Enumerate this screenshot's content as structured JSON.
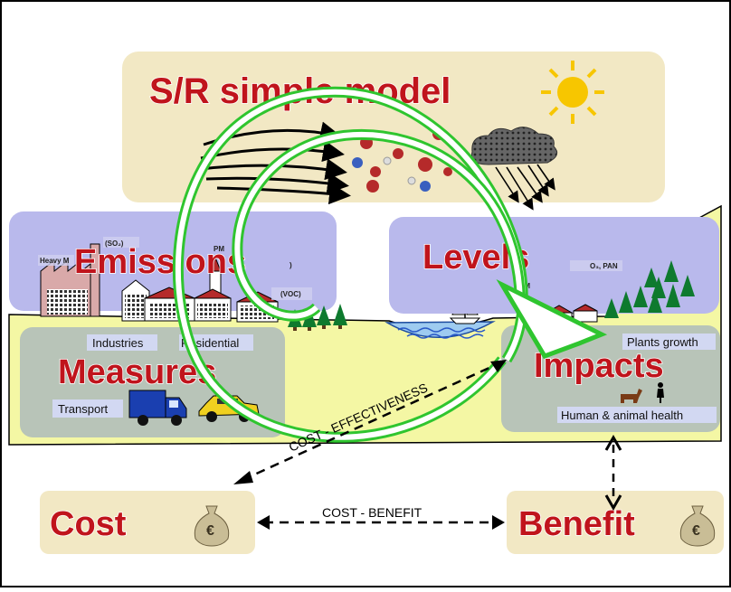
{
  "boxes": {
    "model": "S/R simple model",
    "emissions": "Emissions",
    "levels": "Levels",
    "measures": "Measures",
    "impacts": "Impacts",
    "cost": "Cost",
    "benefit": "Benefit"
  },
  "emission_labels": {
    "so2": "(SO₂)",
    "heavy_metals": "Heavy M",
    "pm": "PM",
    "paren": ")",
    "voc": "(VOC)"
  },
  "level_labels": {
    "o3_pan": "O₃, PAN",
    "pm": "PM"
  },
  "measure_items": {
    "industries": "Industries",
    "residential": "Residential",
    "transport": "Transport"
  },
  "impact_items": {
    "plants": "Plants growth",
    "health": "Human & animal health"
  },
  "relations": {
    "cost_effectiveness": "COST - EFFECTIVENESS",
    "cost_benefit": "COST - BENEFIT"
  },
  "currency_symbol": "€",
  "colors": {
    "model_box": "#f2e8c4",
    "purple_box": "#b9b9ec",
    "grey_box": "#b8c4b8",
    "cost_box": "#f2e8c4",
    "terrain": "#f4f7a4",
    "title_red": "#c0141c",
    "cycle_green": "#2fc52f",
    "sun": "#f7c600"
  }
}
